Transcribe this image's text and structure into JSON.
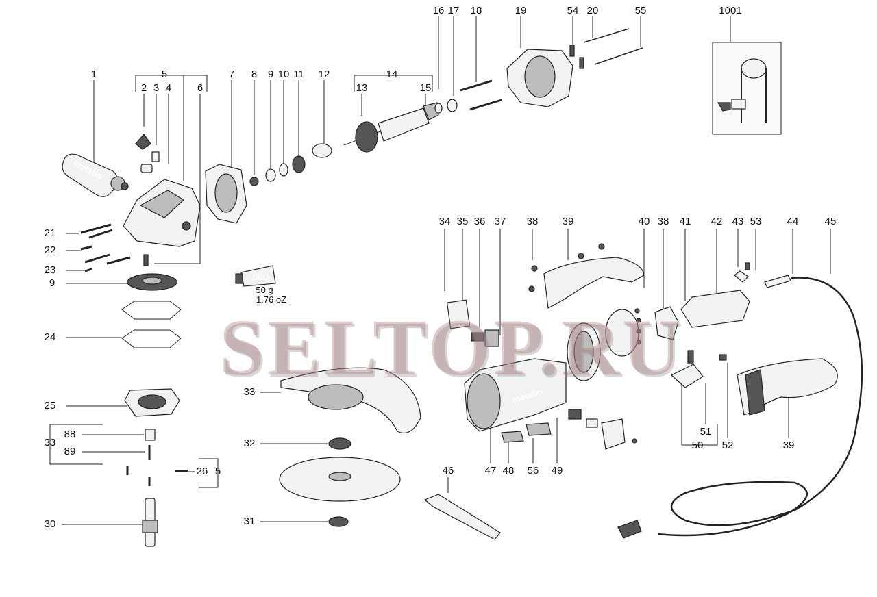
{
  "watermark": "SELTOP.RU",
  "labels": {
    "p1": "1",
    "p5a": "5",
    "p2": "2",
    "p3": "3",
    "p4": "4",
    "p6": "6",
    "p7": "7",
    "p8": "8",
    "p9a": "9",
    "p10": "10",
    "p11": "11",
    "p12": "12",
    "p14": "14",
    "p13": "13",
    "p15": "15",
    "p16": "16",
    "p17": "17",
    "p18": "18",
    "p19": "19",
    "p54": "54",
    "p20": "20",
    "p55": "55",
    "p1001": "1001",
    "p21": "21",
    "p22": "22",
    "p23": "23",
    "p9b": "9",
    "p24": "24",
    "p25": "25",
    "p33a": "33",
    "p88": "88",
    "p89": "89",
    "p26": "26",
    "p5b": "5",
    "p30": "30",
    "p33b": "33",
    "p32": "32",
    "p31": "31",
    "p46": "46",
    "p34": "34",
    "p35": "35",
    "p36": "36",
    "p37": "37",
    "p38a": "38",
    "p39a": "39",
    "p40": "40",
    "p38b": "38",
    "p41": "41",
    "p42": "42",
    "p43": "43",
    "p53": "53",
    "p44": "44",
    "p45": "45",
    "p47": "47",
    "p48": "48",
    "p56": "56",
    "p49": "49",
    "p50": "50",
    "p51": "51",
    "p52": "52",
    "p39b": "39"
  },
  "grease": {
    "code": "880",
    "weight": "50 g",
    "weight_oz": "1.76 oZ"
  },
  "handle_brand": "metabo",
  "housing_brand": "metabo"
}
